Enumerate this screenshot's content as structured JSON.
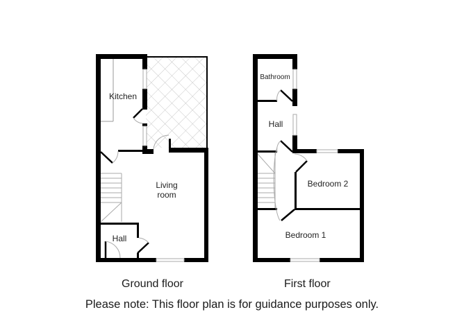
{
  "plan": {
    "colors": {
      "wall": "#000000",
      "fixture": "#999999",
      "patio_grid": "#cccccc",
      "window": "#bbbbbb",
      "background": "#ffffff"
    },
    "ground_floor": {
      "label": "Ground floor",
      "rooms": [
        {
          "id": "kitchen",
          "label": "Kitchen"
        },
        {
          "id": "living-room",
          "label": "Living room",
          "lines": [
            "Living",
            "room"
          ]
        },
        {
          "id": "hall",
          "label": "Hall"
        }
      ],
      "features": [
        "patio",
        "stairs",
        "front-door",
        "back-door",
        "window-front",
        "kitchen-windows"
      ]
    },
    "first_floor": {
      "label": "First floor",
      "rooms": [
        {
          "id": "bathroom",
          "label": "Bathroom"
        },
        {
          "id": "hall",
          "label": "Hall"
        },
        {
          "id": "bedroom-2",
          "label": "Bedroom 2"
        },
        {
          "id": "bedroom-1",
          "label": "Bedroom 1"
        }
      ],
      "features": [
        "stairs",
        "landing",
        "window-bathroom",
        "window-hall",
        "window-bedroom-2",
        "window-bedroom-1"
      ]
    },
    "note": "Please note: This floor plan is for guidance purposes only."
  }
}
